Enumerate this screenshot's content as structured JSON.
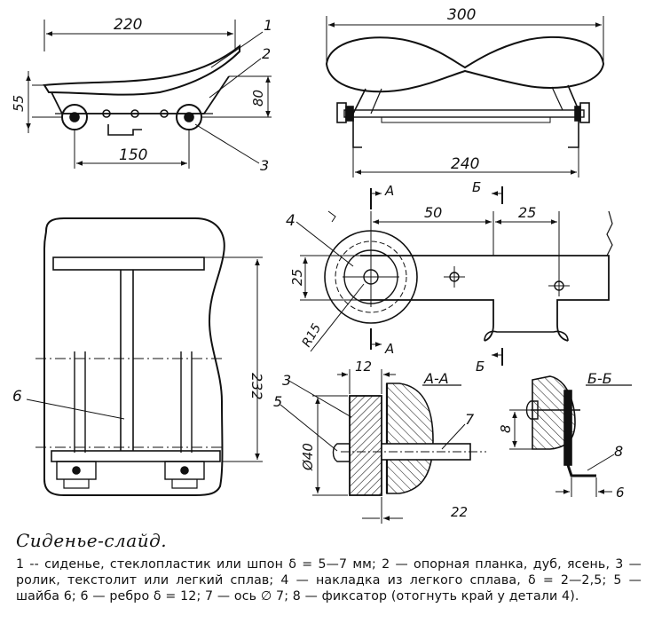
{
  "caption": {
    "title": "Сиденье-слайд.",
    "text": "1 -- сиденье, стеклопластик или шпон δ = 5—7 мм; 2 — опорная планка, дуб, ясень, 3 — ролик, текстолит или легкий сплав; 4 — накладка из легкого сплава, δ = 2—2,5; 5 — шайба 6; 6 — ребро δ = 12; 7 — ось ∅ 7; 8 — фиксатор (отогнуть край у детали 4)."
  },
  "side_view": {
    "dim_length": "220",
    "dim_55": "55",
    "dim_80": "80",
    "dim_150": "150",
    "leaders": [
      "1",
      "2",
      "3"
    ]
  },
  "front_view": {
    "dim_width": "300",
    "dim_axle": "240"
  },
  "top_view": {
    "dim_height": "232",
    "leader": "6"
  },
  "plate_detail": {
    "dim_50": "50",
    "dim_25_h": "25",
    "dim_25_v": "25",
    "radius": "R15",
    "leader": "4",
    "section_a": "А",
    "section_b": "Б"
  },
  "section_aa": {
    "title": "А-А",
    "dim_12": "12",
    "dim_dia": "Ø40",
    "dim_22": "22",
    "leaders": [
      "3",
      "5",
      "7"
    ]
  },
  "section_bb": {
    "title": "Б-Б",
    "dim_8": "8",
    "dim_6": "6",
    "leader": "8"
  }
}
